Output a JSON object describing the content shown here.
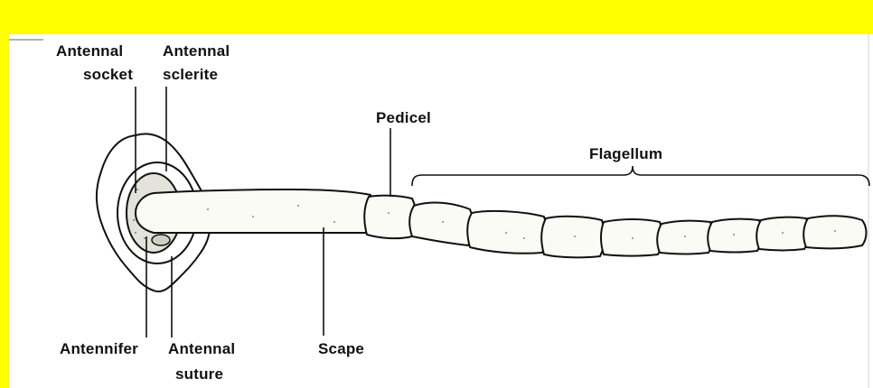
{
  "diagram": {
    "labels": {
      "antennal_socket_1": "Antennal",
      "antennal_socket_2": "socket",
      "antennal_sclerite_1": "Antennal",
      "antennal_sclerite_2": "sclerite",
      "pedicel": "Pedicel",
      "flagellum": "Flagellum",
      "antennifer": "Antennifer",
      "antennal_suture_1": "Antennal",
      "antennal_suture_2": "suture",
      "scape": "Scape"
    }
  },
  "colors": {
    "frame": "#ffff00",
    "ink": "#111111",
    "paper": "#ffffff",
    "fill": "#fbfbf6"
  }
}
